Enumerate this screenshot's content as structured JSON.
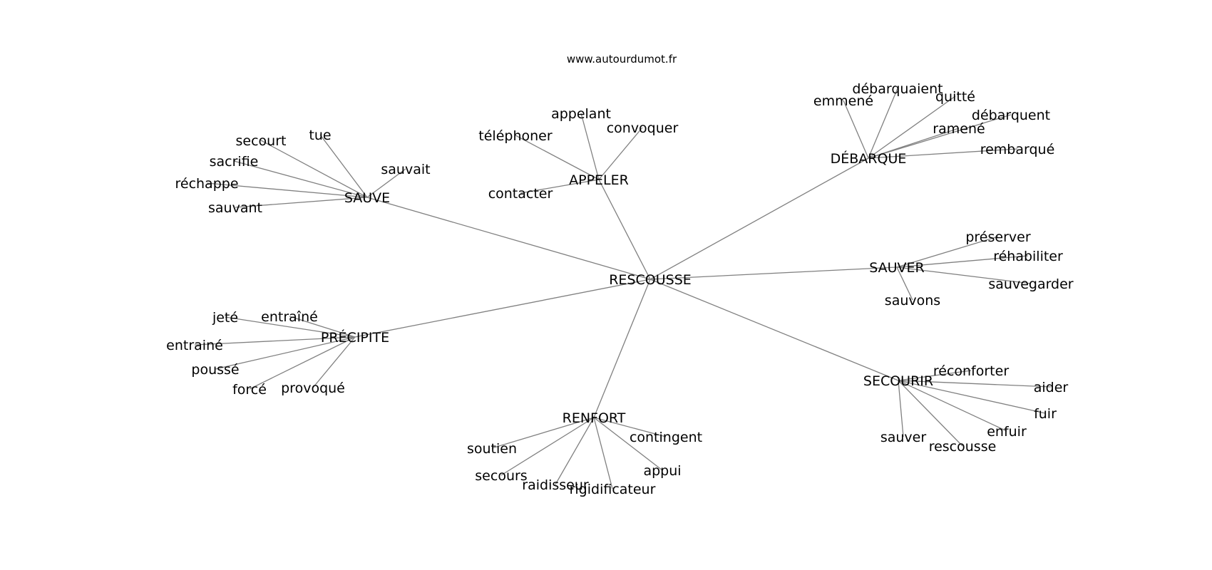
{
  "source": "www.autourdumot.fr",
  "graph": {
    "center": "RESCOUSSE",
    "hubs": [
      {
        "label": "SAUVE",
        "leaves": [
          "secourt",
          "tue",
          "sacrifie",
          "sauvait",
          "réchappe",
          "sauvant"
        ]
      },
      {
        "label": "APPELER",
        "leaves": [
          "appelant",
          "téléphoner",
          "convoquer",
          "contacter"
        ]
      },
      {
        "label": "DÉBARQUE",
        "leaves": [
          "débarquaient",
          "emmené",
          "quitté",
          "débarquent",
          "ramené",
          "rembarqué"
        ]
      },
      {
        "label": "SAUVER",
        "leaves": [
          "préserver",
          "réhabiliter",
          "sauvegarder",
          "sauvons"
        ]
      },
      {
        "label": "SECOURIR",
        "leaves": [
          "réconforter",
          "aider",
          "fuir",
          "enfuir",
          "sauver",
          "rescousse"
        ]
      },
      {
        "label": "RENFORT",
        "leaves": [
          "contingent",
          "soutien",
          "appui",
          "secours",
          "raidisseur",
          "rigidificateur"
        ]
      },
      {
        "label": "PRÉCIPITE",
        "leaves": [
          "jeté",
          "entraîné",
          "entrainé",
          "poussé",
          "forcé",
          "provoqué"
        ]
      }
    ]
  }
}
